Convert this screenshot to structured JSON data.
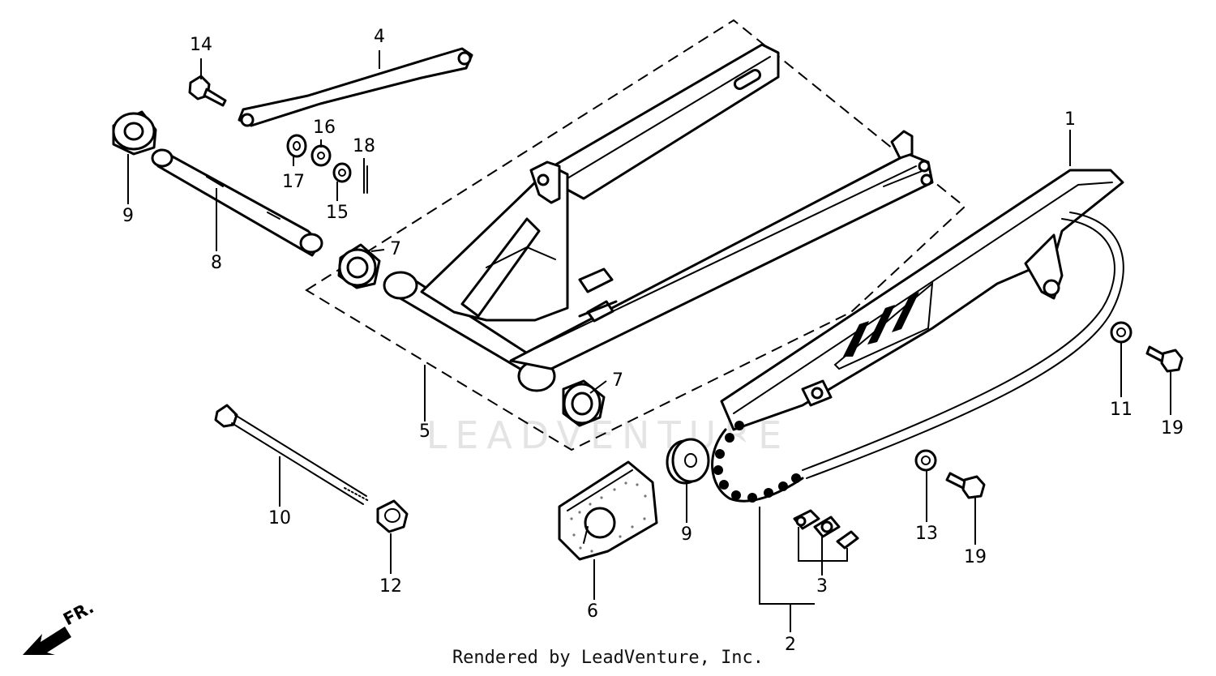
{
  "callouts": {
    "c1": "1",
    "c2": "2",
    "c3": "3",
    "c4": "4",
    "c5": "5",
    "c6": "6",
    "c7a": "7",
    "c7b": "7",
    "c8": "8",
    "c9a": "9",
    "c9b": "9",
    "c10": "10",
    "c11": "11",
    "c12": "12",
    "c13": "13",
    "c14": "14",
    "c15": "15",
    "c16": "16",
    "c17": "17",
    "c18": "18",
    "c19a": "19",
    "c19b": "19"
  },
  "direction_label": "FR.",
  "watermark": "LEADVENTURE",
  "footer_credit": "Rendered by LeadVenture, Inc.",
  "colors": {
    "line": "#000000",
    "background": "#ffffff",
    "watermark": "#e4e4e4"
  }
}
